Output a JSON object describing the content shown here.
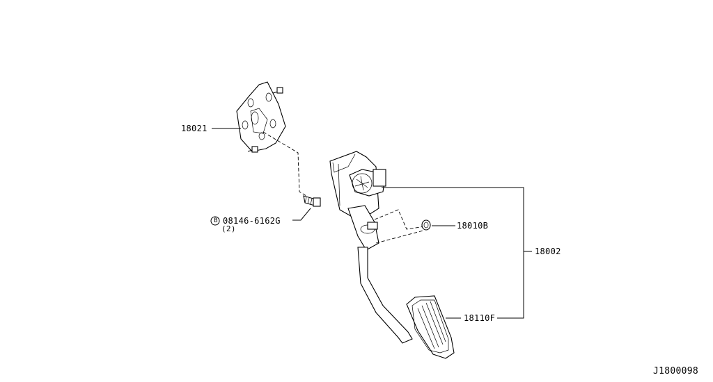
{
  "labels": {
    "p18021": "18021",
    "bolt_code": "08146-6162G",
    "bolt_symbol": "B",
    "bolt_qty": "(2)",
    "p18010b": "18010B",
    "p18002": "18002",
    "p18110f": "18110F",
    "diagram_id": "J1800098"
  }
}
